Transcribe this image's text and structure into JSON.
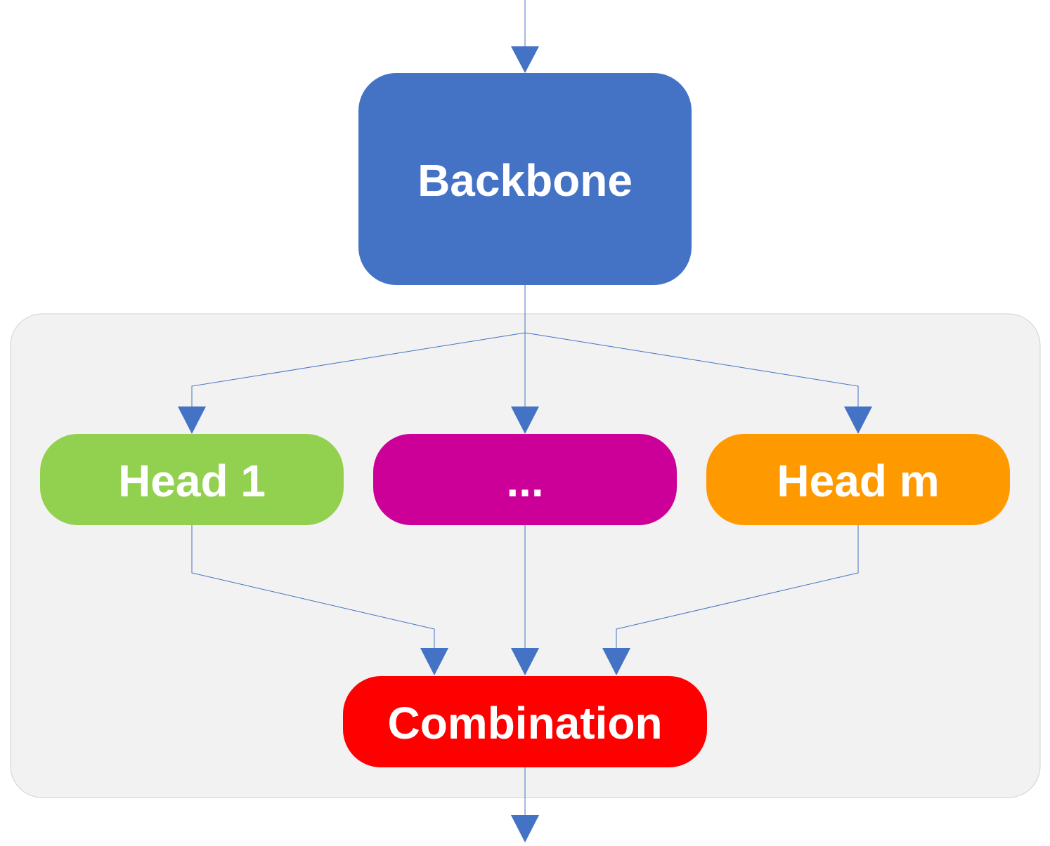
{
  "nodes": {
    "backbone": {
      "label": "Backbone",
      "color": "#4472c4"
    },
    "head_1": {
      "label": "Head 1",
      "color": "#92d050"
    },
    "head_ellipsis": {
      "label": "...",
      "color": "#cc0099"
    },
    "head_m": {
      "label": "Head m",
      "color": "#ff9900"
    },
    "combination": {
      "label": "Combination",
      "color": "#ff0000"
    }
  },
  "group": {
    "fill": "#f2f2f2",
    "stroke": "#d0d0d0"
  },
  "edge_color": "#4472c4"
}
